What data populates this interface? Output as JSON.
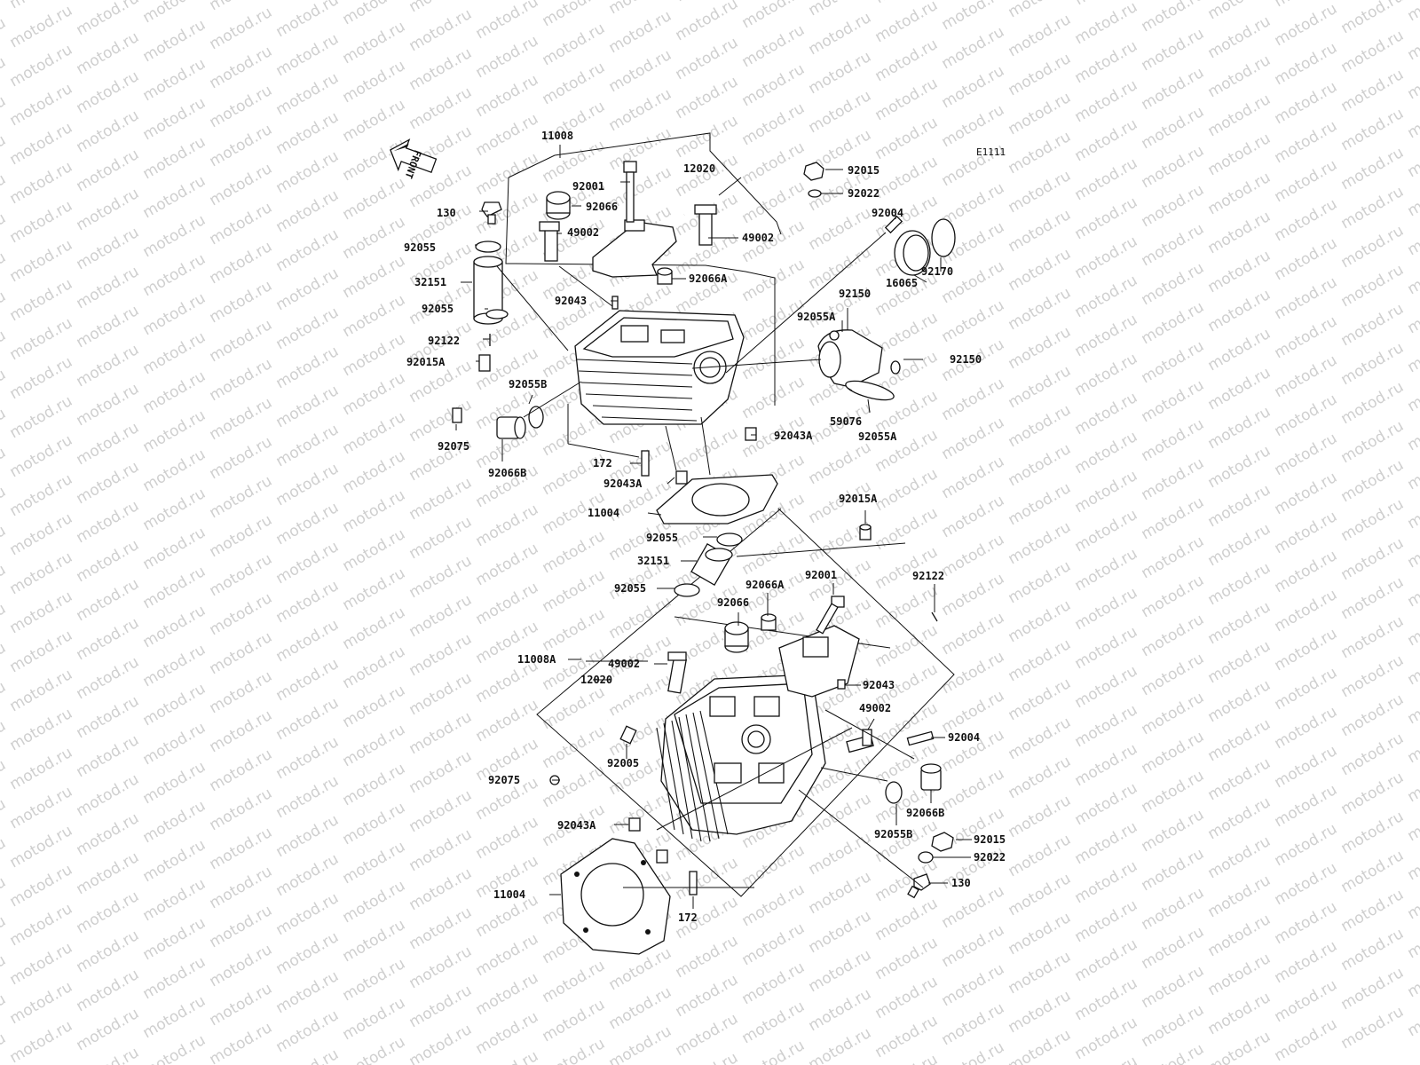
{
  "diagram": {
    "code": "E1111",
    "front_label": "FRONT",
    "watermark": "motod.ru",
    "labels": {
      "u_11008": "11008",
      "u_92001": "92001",
      "u_12020": "12020",
      "u_92015": "92015",
      "u_92022": "92022",
      "u_130": "130",
      "u_92066": "92066",
      "u_92004": "92004",
      "u_49002l": "49002",
      "u_49002r": "49002",
      "u_92055a": "92055",
      "u_32151": "32151",
      "u_92066A": "92066A",
      "u_92170": "92170",
      "u_16065": "16065",
      "u_92150a": "92150",
      "u_92043": "92043",
      "u_92055b": "92055",
      "u_92055A1": "92055A",
      "u_92122": "92122",
      "u_92015A": "92015A",
      "u_92150b": "92150",
      "u_92055B": "92055B",
      "u_59076": "59076",
      "u_92055A2": "92055A",
      "u_92043A1": "92043A",
      "u_92075": "92075",
      "u_92066B": "92066B",
      "u_172": "172",
      "u_92043A2": "92043A",
      "u_11004": "11004",
      "l_92015A": "92015A",
      "l_92055a": "92055",
      "l_32151": "32151",
      "l_92066A": "92066A",
      "l_92001": "92001",
      "l_92122": "92122",
      "l_92055b": "92055",
      "l_92066": "92066",
      "l_11008A": "11008A",
      "l_49002a": "49002",
      "l_12020": "12020",
      "l_92043": "92043",
      "l_49002b": "49002",
      "l_92004": "92004",
      "l_92005": "92005",
      "l_92075": "92075",
      "l_92066B": "92066B",
      "l_92043A": "92043A",
      "l_92055B": "92055B",
      "l_92015": "92015",
      "l_92022": "92022",
      "l_11004": "11004",
      "l_130": "130",
      "l_172": "172"
    }
  }
}
